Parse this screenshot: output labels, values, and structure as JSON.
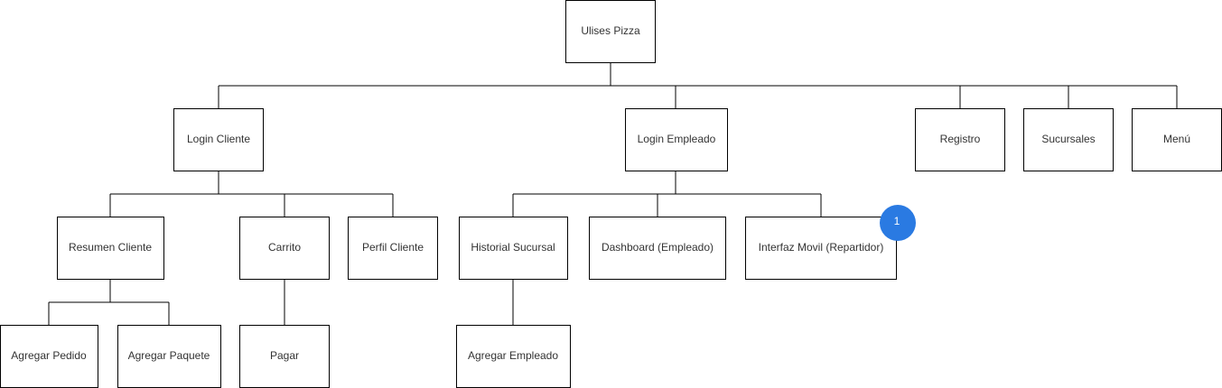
{
  "diagram": {
    "root": {
      "id": "root",
      "label": "Ulises Pizza"
    },
    "level1": [
      {
        "id": "login_cliente",
        "label": "Login Cliente"
      },
      {
        "id": "login_empleado",
        "label": "Login Empleado"
      },
      {
        "id": "registro",
        "label": "Registro"
      },
      {
        "id": "sucursales",
        "label": "Sucursales"
      },
      {
        "id": "menu",
        "label": "Menú"
      }
    ],
    "level2": [
      {
        "id": "resumen_cliente",
        "label": "Resumen Cliente",
        "parent": "login_cliente"
      },
      {
        "id": "carrito",
        "label": "Carrito",
        "parent": "login_cliente"
      },
      {
        "id": "perfil_cliente",
        "label": "Perfil Cliente",
        "parent": "login_cliente"
      },
      {
        "id": "historial_sucursal",
        "label": "Historial Sucursal",
        "parent": "login_empleado"
      },
      {
        "id": "dashboard_empleado",
        "label": "Dashboard (Empleado)",
        "parent": "login_empleado"
      },
      {
        "id": "interfaz_movil",
        "label": "Interfaz Movil (Repartidor)",
        "parent": "login_empleado"
      }
    ],
    "level3": [
      {
        "id": "agregar_pedido",
        "label": "Agregar Pedido",
        "parent": "resumen_cliente"
      },
      {
        "id": "agregar_paquete",
        "label": "Agregar Paquete",
        "parent": "resumen_cliente"
      },
      {
        "id": "pagar",
        "label": "Pagar",
        "parent": "carrito"
      },
      {
        "id": "agregar_empleado",
        "label": "Agregar Empleado",
        "parent": "historial_sucursal"
      }
    ],
    "badge": {
      "label": "1",
      "attached_to": "interfaz_movil",
      "color": "#2a7ae2"
    },
    "colors": {
      "box_stroke": "#000000",
      "box_fill": "#ffffff",
      "text": "#333333",
      "edge": "#000000"
    }
  }
}
